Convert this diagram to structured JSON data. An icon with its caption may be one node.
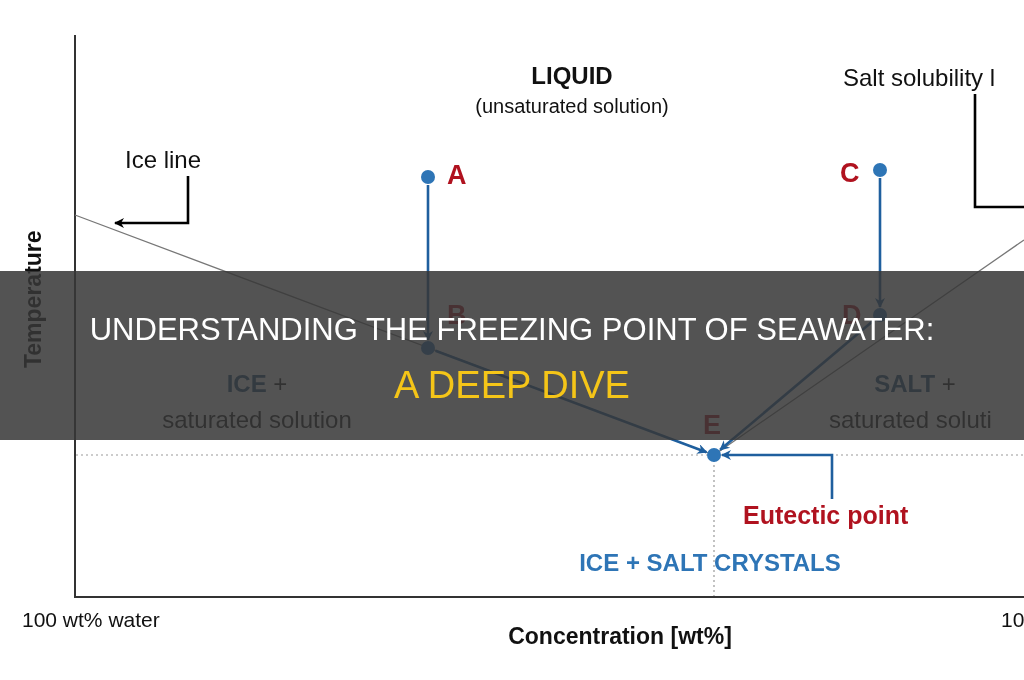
{
  "diagram": {
    "title": "UNDERSTANDING THE FREEZING POINT OF SEAWATER:",
    "caption": "A DEEP DIVE",
    "nodes": [
      {
        "text": [],
        "shape": "circle",
        "beside": [
          "A"
        ]
      },
      {
        "text": [],
        "shape": "circle",
        "beside": [
          "B"
        ]
      },
      {
        "text": [],
        "shape": "circle",
        "beside": [
          "C"
        ]
      },
      {
        "text": [],
        "shape": "circle",
        "beside": [
          "D"
        ]
      },
      {
        "text": [],
        "shape": "circle",
        "beside": [
          "E"
        ]
      },
      {
        "text": [
          "Ice line"
        ]
      },
      {
        "text": [
          "Salt solubility l"
        ]
      },
      {
        "text": [
          "Eutectic point"
        ]
      }
    ],
    "edges": [
      {
        "from": 0,
        "to": 1,
        "arrow": "to"
      },
      {
        "from": 1,
        "to": 4,
        "arrow": "to"
      },
      {
        "from": 2,
        "to": 3,
        "arrow": "to"
      },
      {
        "from": 3,
        "to": 4,
        "arrow": "to"
      },
      {
        "from": 5,
        "to": null,
        "arrow": "to",
        "color": "#000000"
      },
      {
        "from": 6,
        "to": null,
        "arrow": "none",
        "color": "#000000"
      },
      {
        "from": 7,
        "to": 4,
        "arrow": "to"
      }
    ],
    "labels": [
      "LIQUID",
      "(unsaturated solution)",
      "Temperature",
      "**ICE** +",
      "saturated solution",
      "**SALT** +",
      "saturated soluti",
      "ICE + SALT CRYSTALS",
      "100 wt% water",
      "Concentration [wt%]",
      "10"
    ]
  }
}
